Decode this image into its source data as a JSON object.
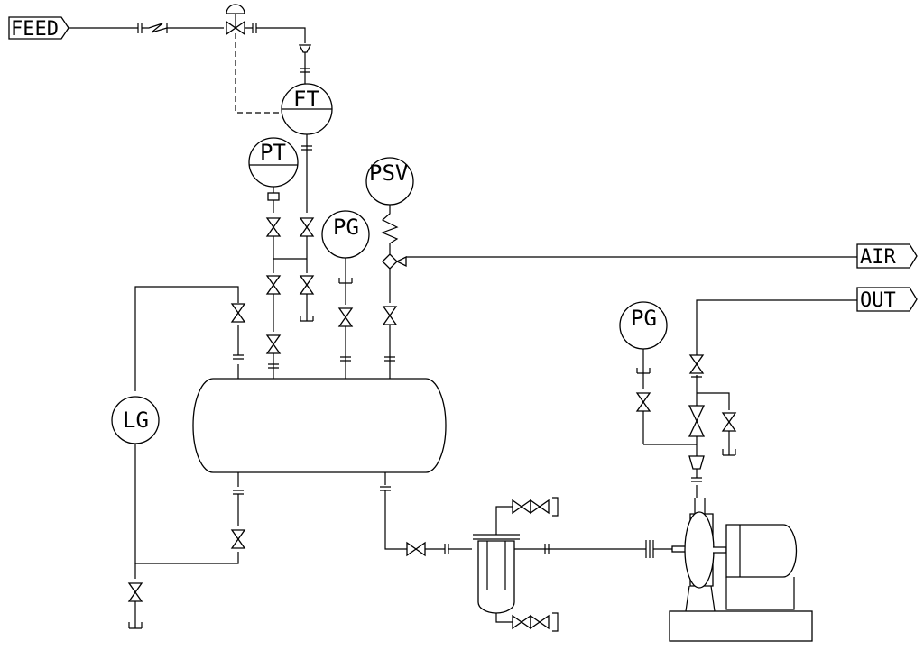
{
  "offpage": {
    "feed": "FEED",
    "air": "AIR",
    "out": "OUT"
  },
  "instruments": {
    "ft": "FT",
    "pt": "PT",
    "psv": "PSV",
    "pg_vessel": "PG",
    "pg_pump": "PG",
    "lg": "LG"
  }
}
